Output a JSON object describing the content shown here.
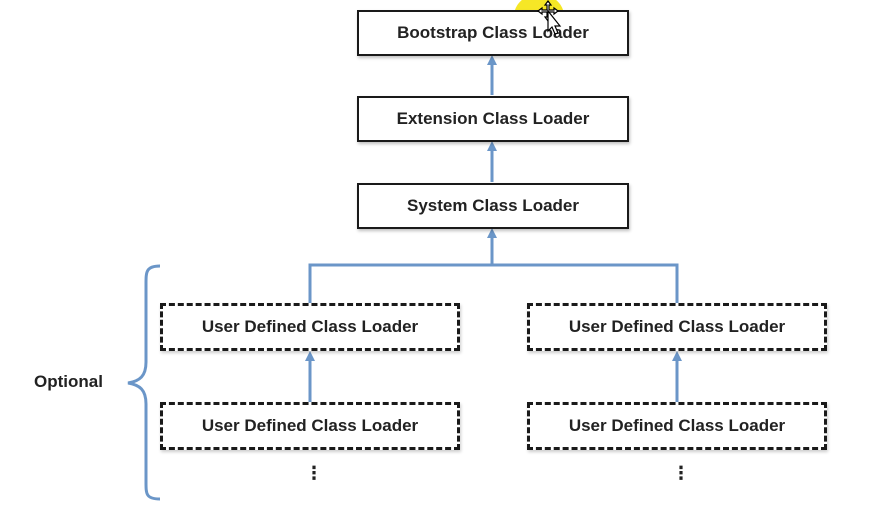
{
  "diagram": {
    "bootstrap": "Bootstrap Class Loader",
    "extension": "Extension Class Loader",
    "system": "System Class Loader",
    "user_left_1": "User Defined Class Loader",
    "user_left_2": "User Defined Class Loader",
    "user_right_1": "User Defined Class Loader",
    "user_right_2": "User Defined Class Loader",
    "optional": "Optional",
    "ellipsis_left": "⋮",
    "ellipsis_right": "⋮"
  },
  "colors": {
    "connector": "#6b96c8",
    "box_border": "#1a1a1a",
    "highlight": "#f5e300"
  },
  "icons": {
    "cursor": "move-cursor-icon"
  }
}
